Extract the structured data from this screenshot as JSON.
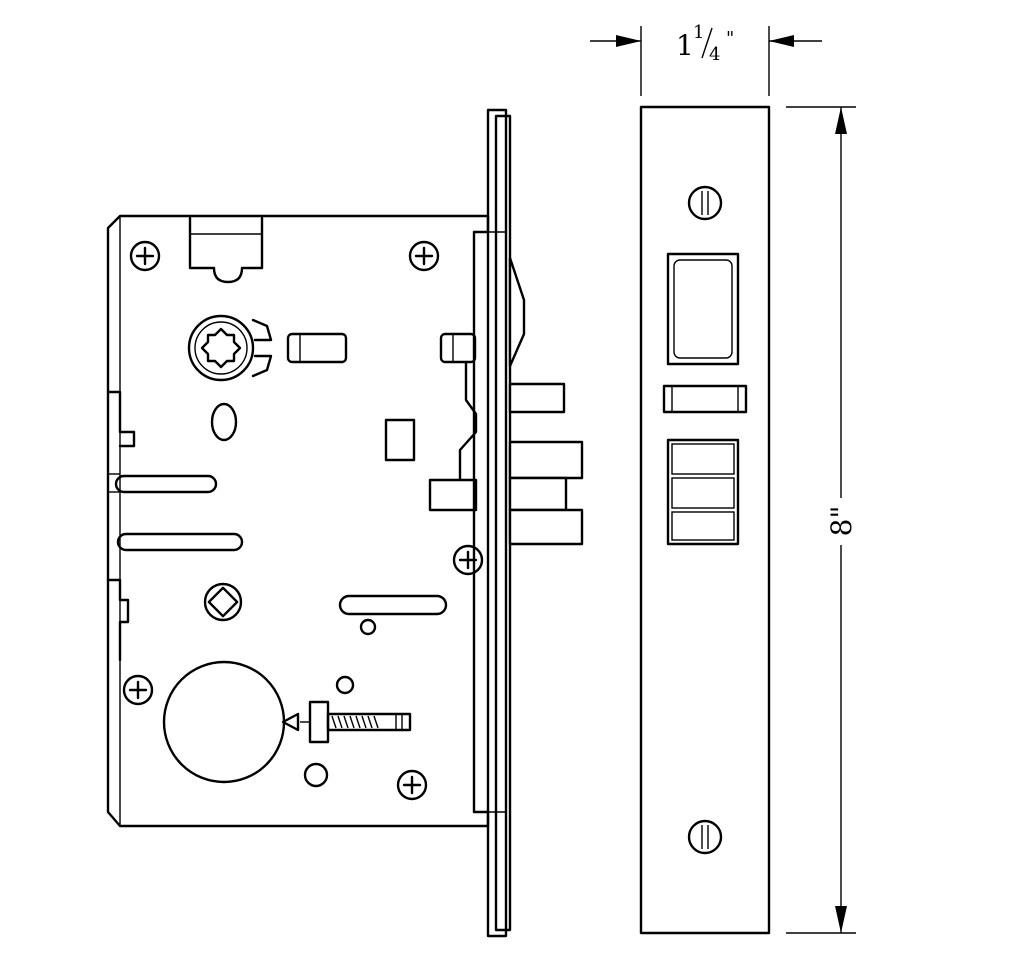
{
  "dimensions": {
    "width": {
      "whole": "1",
      "numerator": "1",
      "denominator": "4",
      "unit": "\""
    },
    "height": {
      "value": "8\""
    }
  },
  "colors": {
    "line": "#000000",
    "background": "#ffffff"
  }
}
